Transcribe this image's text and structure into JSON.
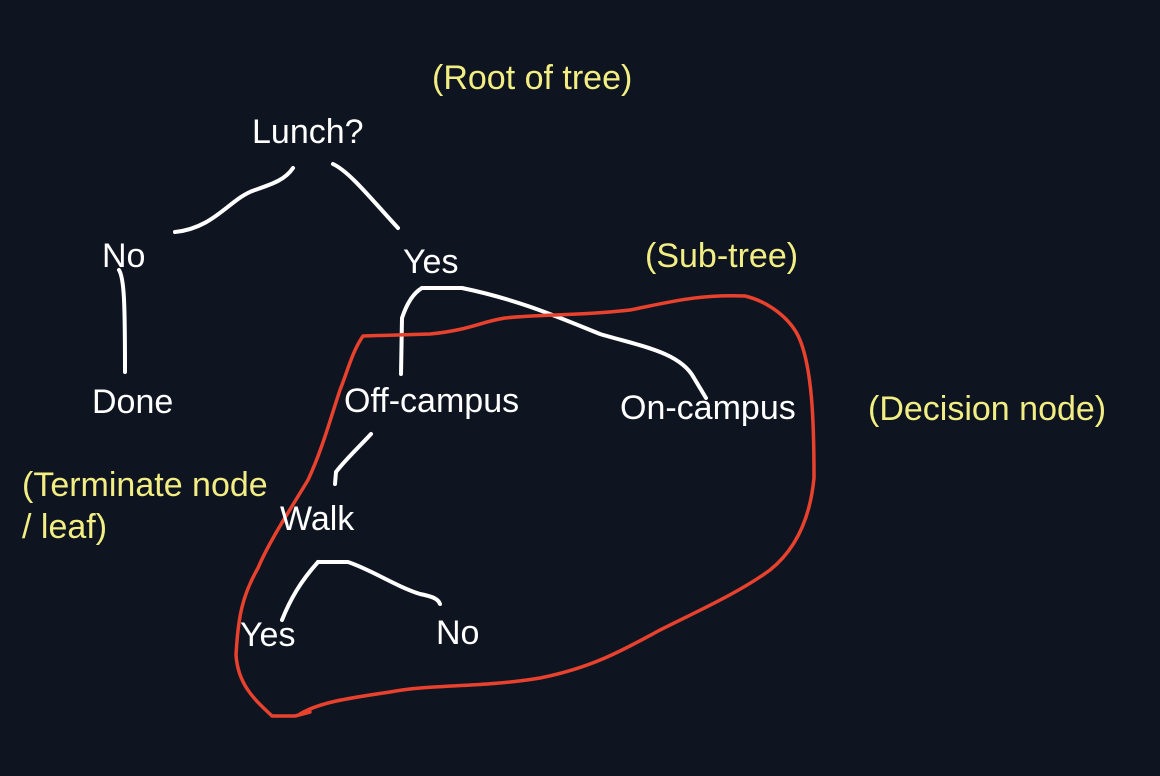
{
  "colors": {
    "background": "#0f1520",
    "node_text": "#ffffff",
    "annotation_text": "#f2ee84",
    "branch_stroke": "#ffffff",
    "subtree_outline": "#e8422e"
  },
  "nodes": {
    "root": "Lunch?",
    "no": "No",
    "yes": "Yes",
    "done": "Done",
    "off_campus": "Off-campus",
    "on_campus": "On-campus",
    "walk": "Walk",
    "walk_yes": "Yes",
    "walk_no": "No"
  },
  "annotations": {
    "root": "(Root of tree)",
    "subtree": "(Sub-tree)",
    "decision": "(Decision node)",
    "leaf_line1": "(Terminate node",
    "leaf_line2": "/ leaf)"
  }
}
